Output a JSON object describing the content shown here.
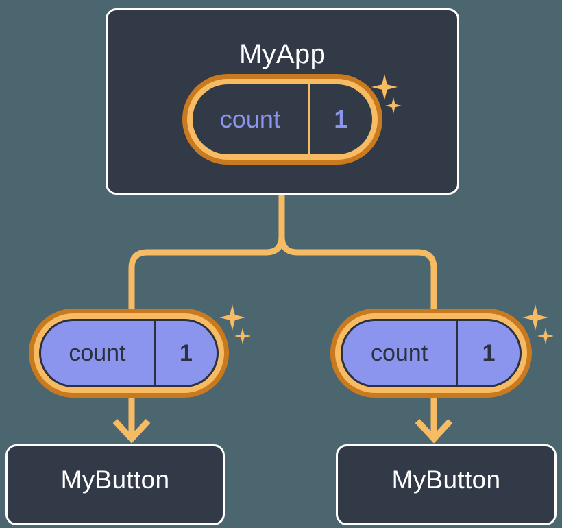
{
  "diagram": {
    "type": "component-tree",
    "background_color": "#4c6670",
    "accent_orange": "#f7bc63",
    "accent_orange_dark": "#c97a1e",
    "signal_purple": "#8b95ee",
    "panel_dark": "#333a47",
    "panel_border": "#ffffff"
  },
  "root": {
    "title": "MyApp",
    "signal": {
      "name": "count",
      "value": "1",
      "style": "dark"
    }
  },
  "children": [
    {
      "signal": {
        "name": "count",
        "value": "1",
        "style": "purple"
      },
      "title": "MyButton"
    },
    {
      "signal": {
        "name": "count",
        "value": "1",
        "style": "purple"
      },
      "title": "MyButton"
    }
  ],
  "icons": {
    "sparkle_big": "sparkle-icon",
    "sparkle_small": "sparkle-icon",
    "arrow": "arrow-down-icon",
    "branch": "branch-connector-icon"
  }
}
